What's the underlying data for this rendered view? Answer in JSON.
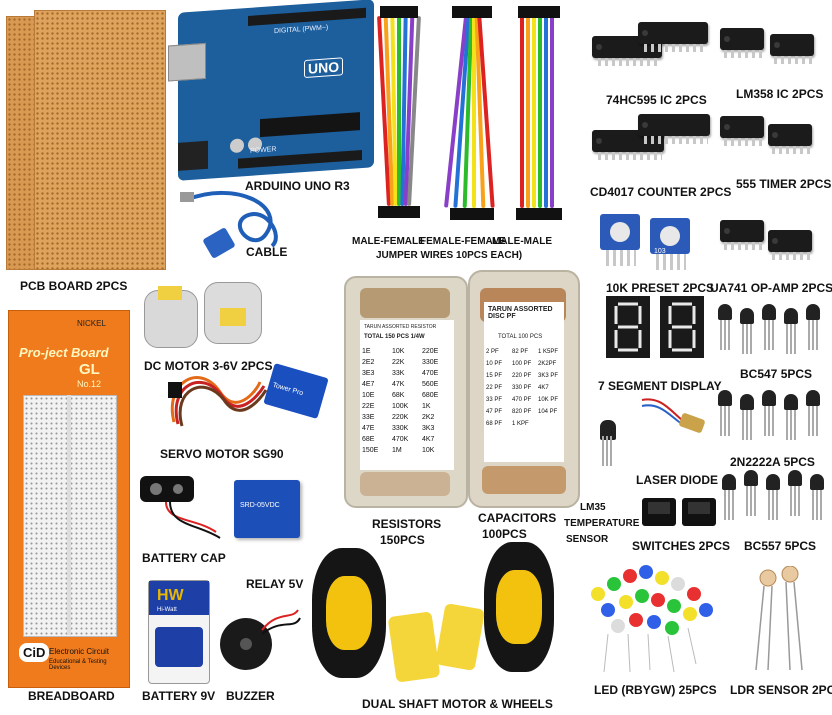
{
  "labels": {
    "pcb_board": "PCB BOARD 2PCS",
    "arduino": "ARDUINO UNO R3",
    "cable": "CABLE",
    "male_female": "MALE-FEMALE",
    "female_female": "FEMALE-FEMALE",
    "male_male": "MALE-MALE",
    "jumper_wires": "JUMPER WIRES 10PCS EACH)",
    "ic_74hc595": "74HC595 IC 2PCS",
    "ic_lm358": "LM358 IC 2PCS",
    "ic_cd4017": "CD4017 COUNTER 2PCS",
    "timer_555": "555 TIMER 2PCS",
    "preset_10k": "10K PRESET 2PCS",
    "ua741": "UA741 OP-AMP 2PCS",
    "dc_motor": "DC MOTOR 3-6V 2PCS",
    "servo": "SERVO MOTOR SG90",
    "seven_segment": "7 SEGMENT DISPLAY",
    "bc547": "BC547 5PCS",
    "laser": "LASER DIODE",
    "n2222a": "2N2222A 5PCS",
    "resistors_line1": "RESISTORS",
    "resistors_line2": "150PCS",
    "capacitors_line1": "CAPACITORS",
    "capacitors_line2": "100PCS",
    "lm35_line1": "LM35",
    "lm35_line2": "TEMPERATURE",
    "lm35_line3": "SENSOR",
    "switches": "SWITCHES 2PCS",
    "bc557": "BC557 5PCS",
    "battery_cap": "BATTERY CAP",
    "relay": "RELAY 5V",
    "breadboard": "BREADBOARD",
    "battery_9v": "BATTERY 9V",
    "buzzer": "BUZZER",
    "dual_shaft": "DUAL SHAFT MOTOR & WHEELS",
    "led": "LED (RBYGW) 25PCS",
    "ldr": "LDR SENSOR 2PCS"
  },
  "packaging": {
    "nickel": "NICKEL",
    "brand": "Pro-ject Board",
    "model": "GL",
    "model_no": "No.12",
    "bottom_line1": "Electronic Circuit",
    "bottom_line2": "Educational & Testing Devices",
    "logo": "CiD"
  },
  "board_text": {
    "uno": "UNO",
    "digital": "DIGITAL (PWM~)",
    "power": "POWER"
  },
  "box_text": {
    "resistor_box_title": "TARUN ASSORTED RESISTOR",
    "resistor_box_total": "TOTAL 150 PCS 1/4W",
    "resistor_values": [
      "1E",
      "10K",
      "220E",
      "2E2",
      "22K",
      "330E",
      "3E3",
      "33K",
      "470E",
      "4E7",
      "47K",
      "560E",
      "10E",
      "68K",
      "680E",
      "22E",
      "100K",
      "1K",
      "33E",
      "220K",
      "2K2",
      "47E",
      "330K",
      "3K3",
      "68E",
      "470K",
      "4K7",
      "150E",
      "1M",
      "10K"
    ],
    "cap_box_title": "TARUN ASSORTED DISC PF",
    "cap_box_total": "TOTAL 100 PCS",
    "cap_values": [
      "2 PF",
      "82 PF",
      "1 K5PF",
      "10 PF",
      "100 PF",
      "2K2PF",
      "15 PF",
      "220 PF",
      "3K3 PF",
      "22 PF",
      "330 PF",
      "4K7",
      "33 PF",
      "470 PF",
      "10K PF",
      "47 PF",
      "820 PF",
      "104 PF",
      "68 PF",
      "1 KPF",
      ""
    ],
    "battery_brand": "HW",
    "battery_sub": "Hi-Watt",
    "relay_text": "SRD-05VDC",
    "servo_text": "Tower Pro",
    "preset_code": "103"
  },
  "colors": {
    "pcb": "#d9954a",
    "arduino": "#1d5e9c",
    "breadboard_box": "#f07b1c",
    "relay": "#1d4fb8",
    "wheel_hub": "#f2c20f"
  }
}
